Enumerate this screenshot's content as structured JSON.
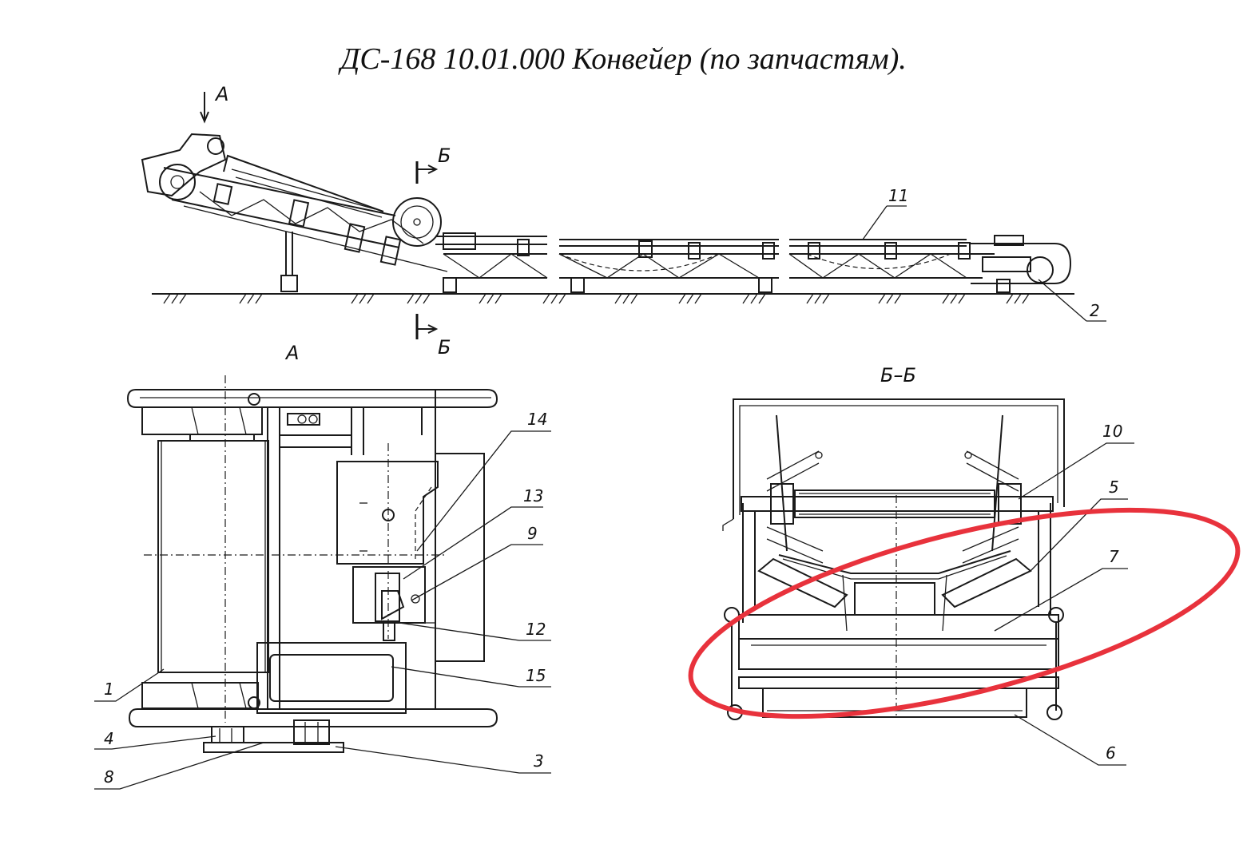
{
  "title": "ДС-168 10.01.000 Конвейер (по запчастям).",
  "views": {
    "side": {
      "arrow_label": "А",
      "section_top": "Б",
      "section_bottom": "Б"
    },
    "view_a": {
      "label": "А"
    },
    "section_bb": {
      "label": "Б–Б"
    }
  },
  "callouts": {
    "p1": "1",
    "p2": "2",
    "p3": "3",
    "p4": "4",
    "p5": "5",
    "p6": "6",
    "p7": "7",
    "p8": "8",
    "p9": "9",
    "p10": "10",
    "p11": "11",
    "p12": "12",
    "p13": "13",
    "p14": "14",
    "p15": "15"
  },
  "highlight_color": "#e8323c"
}
